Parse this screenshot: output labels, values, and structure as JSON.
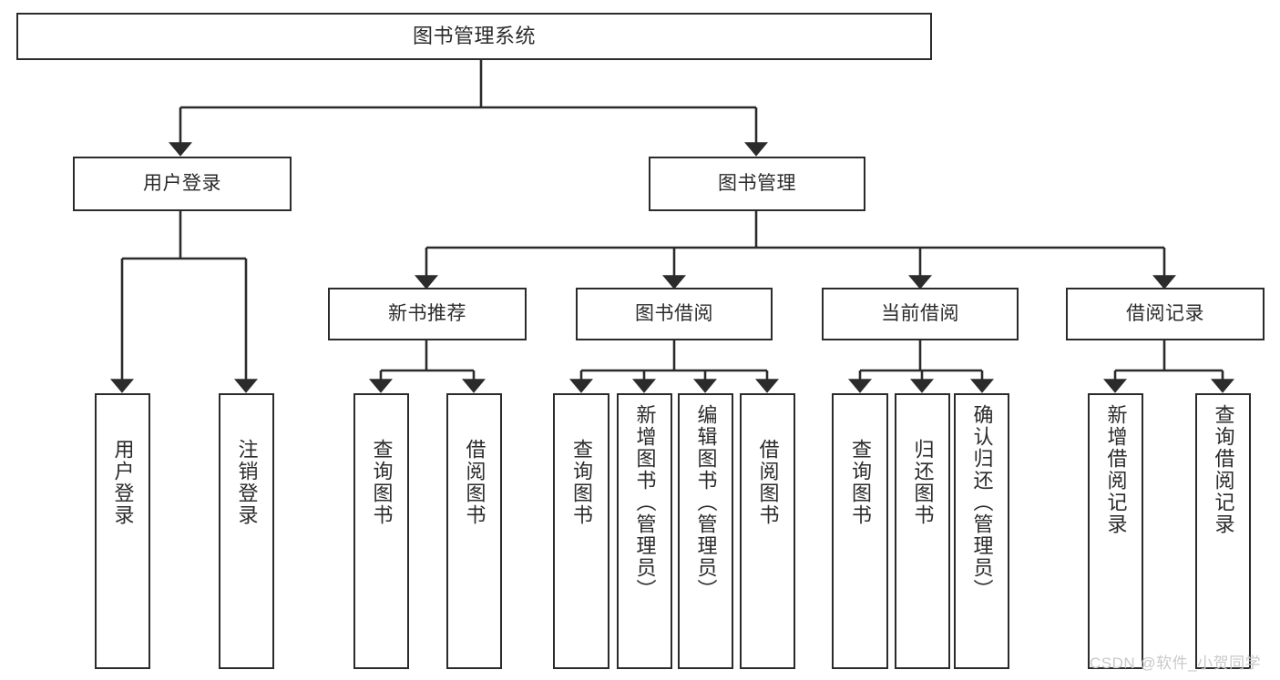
{
  "diagram": {
    "title": "图书管理系统",
    "watermark": "CSDN @软件_小贺同学",
    "stroke_color": "#2b2b2b",
    "background_color": "#ffffff",
    "text_color": "#2b2b2b",
    "watermark_color": "#c9c9c9",
    "root": {
      "label": "图书管理系统"
    },
    "level2": [
      {
        "label": "用户登录"
      },
      {
        "label": "图书管理"
      }
    ],
    "level3": [
      {
        "label": "新书推荐"
      },
      {
        "label": "图书借阅"
      },
      {
        "label": "当前借阅"
      },
      {
        "label": "借阅记录"
      }
    ],
    "leaves": {
      "user_login": [
        {
          "label": "用户登录"
        },
        {
          "label": "注销登录"
        }
      ],
      "new_book_recommend": [
        {
          "label": "查询图书"
        },
        {
          "label": "借阅图书"
        }
      ],
      "book_borrow": [
        {
          "label": "查询图书"
        },
        {
          "label": "新增图书（管理员）"
        },
        {
          "label": "编辑图书（管理员）"
        },
        {
          "label": "借阅图书"
        }
      ],
      "current_borrow": [
        {
          "label": "查询图书"
        },
        {
          "label": "归还图书"
        },
        {
          "label": "确认归还（管理员）"
        }
      ],
      "borrow_record": [
        {
          "label": "新增借阅记录"
        },
        {
          "label": "查询借阅记录"
        }
      ]
    }
  }
}
